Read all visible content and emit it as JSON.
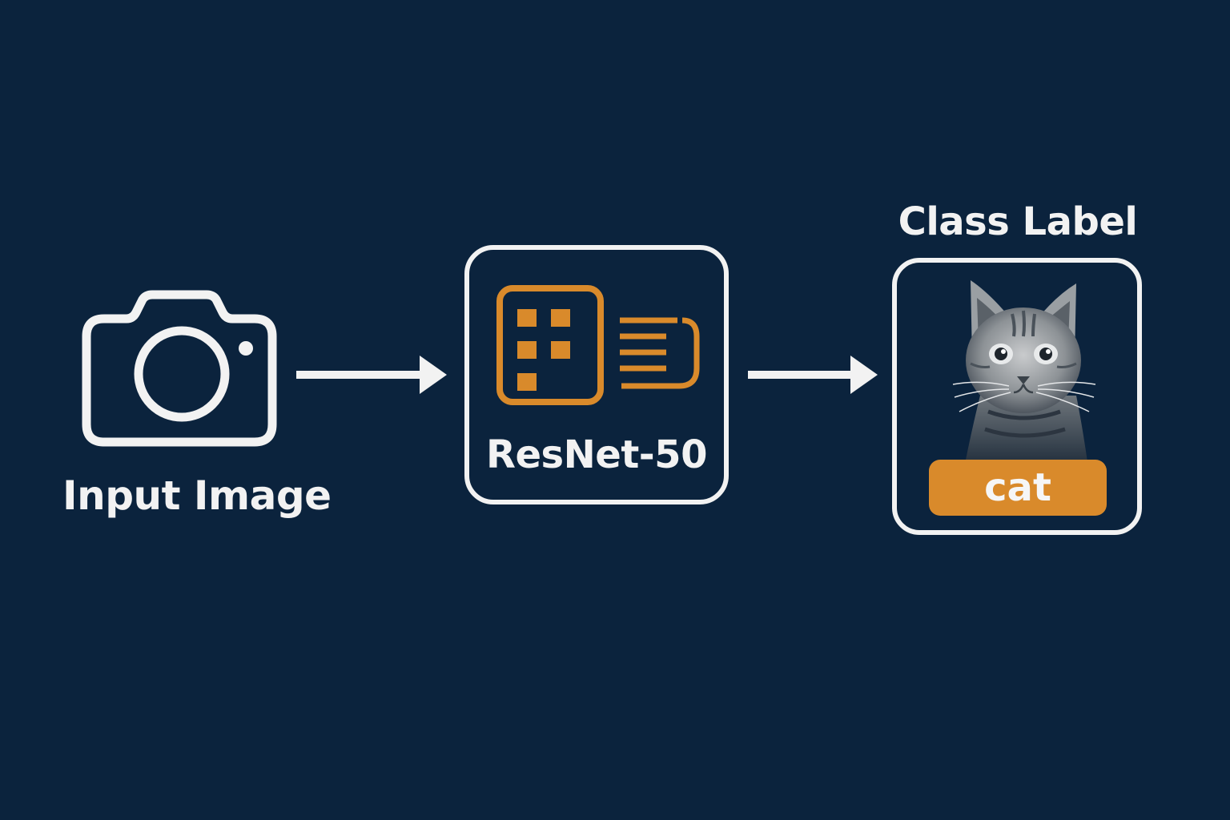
{
  "colors": {
    "background": "#0b233d",
    "foreground": "#f2f2f2",
    "accent": "#d98a2b"
  },
  "input": {
    "label": "Input Image",
    "icon": "camera-icon"
  },
  "model": {
    "label": "ResNet-50",
    "icon": "neural-network-icon"
  },
  "output": {
    "title": "Class Label",
    "image": "cat-photo",
    "prediction": "cat"
  },
  "connectors": [
    "arrow-right-icon",
    "arrow-right-icon"
  ]
}
